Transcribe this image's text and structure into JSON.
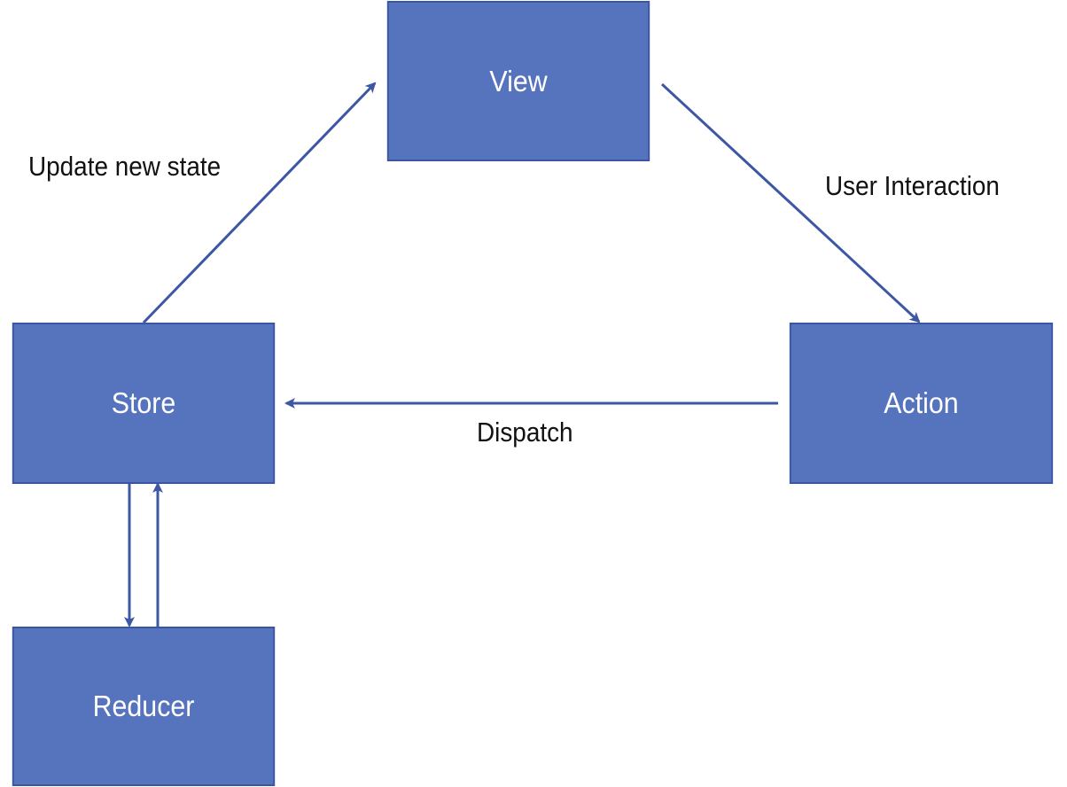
{
  "colors": {
    "node_fill": "#5673bd",
    "node_border": "#3a56a3",
    "edge": "#3d57a5",
    "node_text": "#ffffff",
    "label_text": "#111111"
  },
  "nodes": {
    "view": "View",
    "action": "Action",
    "store": "Store",
    "reducer": "Reducer"
  },
  "edges": {
    "view_to_action": "User Interaction",
    "action_to_store": "Dispatch",
    "store_to_view": "Update new state",
    "store_to_reducer": "",
    "reducer_to_store": ""
  }
}
